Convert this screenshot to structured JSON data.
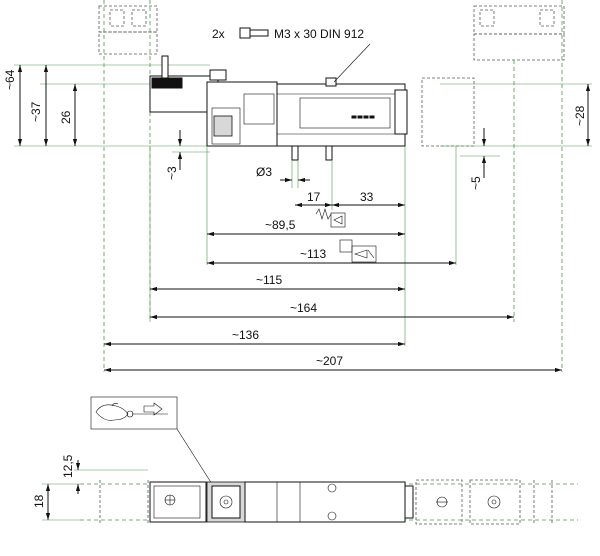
{
  "screw_note": {
    "qty": "2x",
    "spec": "M3 x 30 DIN 912"
  },
  "side_view": {
    "dims": {
      "d64": "~64",
      "d37": "~37",
      "d26": "26",
      "d28": "~28",
      "d3": "~3",
      "d5": "~5",
      "dia3": "Ø3",
      "d17": "17",
      "d33": "33",
      "d89_5": "~89,5",
      "d113": "~113",
      "d115": "~115",
      "d164": "~164",
      "d136": "~136",
      "d207": "~207"
    }
  },
  "top_view": {
    "dims": {
      "d12_5": "12,5",
      "d18": "18"
    }
  }
}
